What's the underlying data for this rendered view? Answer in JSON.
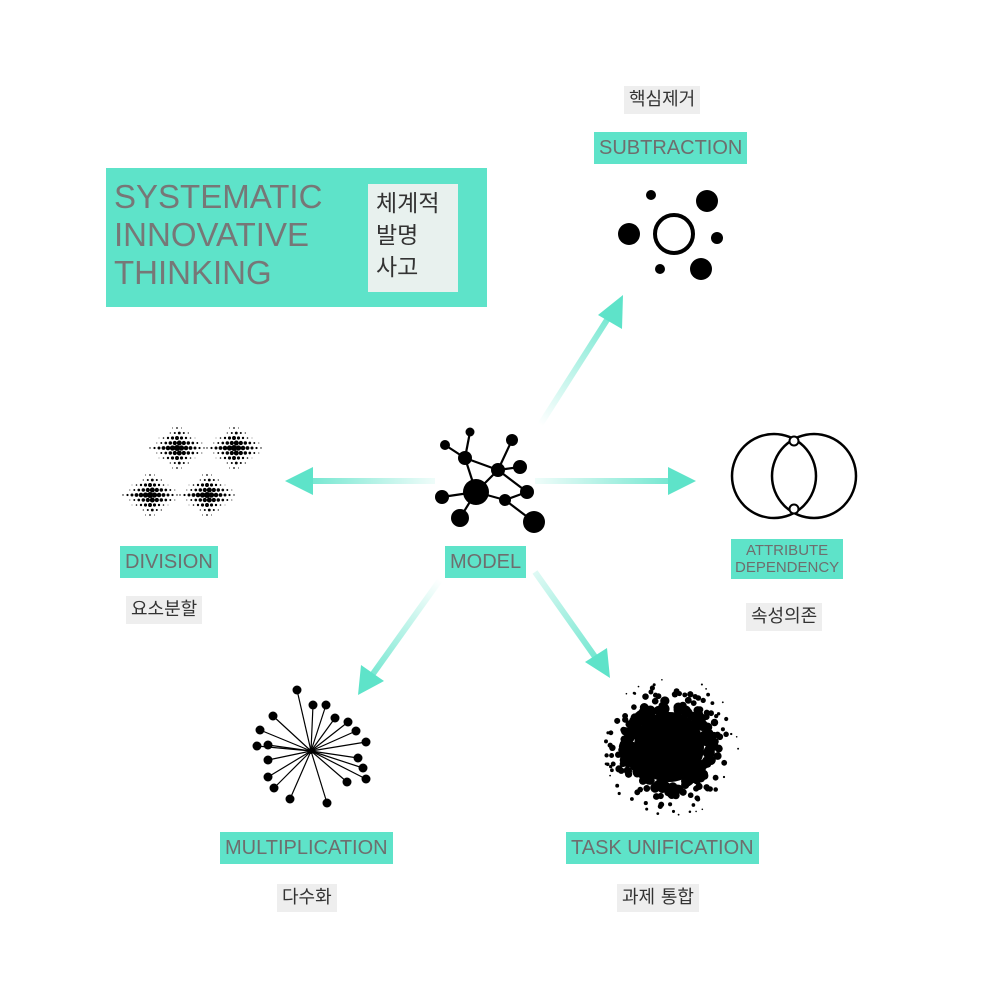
{
  "title": {
    "english": "SYSTEMATIC\nINNOVATIVE\nTHINKING",
    "korean": "체계적\n발명\n사고"
  },
  "center": {
    "label": "MODEL"
  },
  "techniques": {
    "subtraction": {
      "label": "SUBTRACTION",
      "korean": "핵심제거"
    },
    "attribute_dependency": {
      "label_line1": "ATTRIBUTE",
      "label_line2": "DEPENDENCY",
      "korean": "속성의존"
    },
    "task_unification": {
      "label": "TASK UNIFICATION",
      "korean": "과제 통합"
    },
    "multiplication": {
      "label": "MULTIPLICATION",
      "korean": "다수화"
    },
    "division": {
      "label": "DIVISION",
      "korean": "요소분할"
    }
  },
  "colors": {
    "accent": "#5ee3c9",
    "text": "#6e6e6e",
    "korean_bg": "#eeeeee",
    "icon": "#000000"
  },
  "icons": [
    "network-icon",
    "subtraction-icon",
    "venn-icon",
    "burst-icon",
    "radial-icon",
    "dot-pattern-icon"
  ]
}
